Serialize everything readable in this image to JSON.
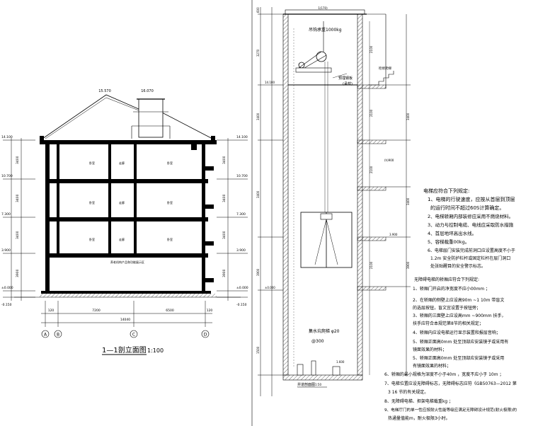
{
  "left_section": {
    "title": "1—1剖立面图",
    "scale": "1:100",
    "roof_elev_left": "15.570",
    "roof_elev_right": "16.070",
    "left_elevs": [
      "14.100",
      "10.700",
      "7.300",
      "3.900",
      "±0.000",
      "-0.150"
    ],
    "right_elevs": [
      "14.100",
      "10.700",
      "7.300",
      "3.900",
      "±0.000",
      "-0.150"
    ],
    "left_dims": [
      "3400",
      "3400",
      "3400",
      "3900"
    ],
    "right_dims": [
      "3400",
      "3400",
      "3400",
      "3900"
    ],
    "room_labels": [
      "卧室",
      "走廊",
      "卧室",
      "卧室",
      "走廊",
      "卧室",
      "卧室",
      "走廊",
      "卧室"
    ],
    "ground_label": "养老机构产品和功能展示区",
    "bottom_dims": [
      "120",
      "7200",
      "6500",
      "120"
    ],
    "total_dim": "14040",
    "axes": [
      "A",
      "B",
      "C",
      "D"
    ]
  },
  "elevator_section": {
    "top_dim": "1(170)",
    "top_height": "600",
    "load_label": "吊钩承重1000kg",
    "beam_label": "预埋钢板",
    "beam_sub": "(承载)",
    "stair_label": "检修爬梯",
    "elev_top": "14.100",
    "h1": "3270",
    "h2": "3400",
    "h3": "3400",
    "h4": "3900",
    "right_h1": "2100",
    "right_h2": "2100",
    "right_h3": "2100",
    "right_h4": "2100",
    "right_mid": "(h)900",
    "elev_mid": "3.900",
    "elev_zero": "±0.000",
    "pit_depth": "1500",
    "ladder_label": "集水坑爬梯 φ20",
    "pit_label": "@300",
    "pit_dim": "1.600",
    "section_label": "井道剖面图",
    "section_scale": "1:50"
  },
  "notes_a": {
    "title": "电梯应符合下列规定:",
    "items": [
      "1、电梯的行驶速度，应按从首层到顶层",
      "的运行时间不超过60S计算确定。",
      "2、电梯轿厢内部装修应采用不燃烧材料。",
      "3、动力与控制电缆、电线应采取防水措施",
      "4、首层地坪高出水线。",
      "5、容梯载重00kg。",
      "6、电梯层门安装完成前洞口应设置高度不小于",
      "1.2m 安全防护栏杆或固定栏杆在层门洞口",
      "处张贴醒目的安全警示标志。"
    ]
  },
  "notes_b": {
    "title": "无障碍电梯的轿厢应符合下列规定:",
    "items": [
      "1、轿厢门开启的净宽度不应小00mm  ；",
      "2、在轿厢的侧壁上应设高90m ~1   10m  带盲文",
      "的选层按钮，盲文宜设置于按钮旁；",
      "3、轿厢的三面壁上应设高mm  ~900mm   扶手，",
      "扶手应符合本规范第8节的相关规定；",
      "4、轿厢内应设电梯运行显示装置和报层音响；",
      "5、轿厢正面高0mm    处至顶部应安装镜子或采用有",
      "镜面效果的材料；",
      "5、轿厢正面高0mm    处至顶部应安装镜子或采用",
      "有镜面效果的材料；",
      "6、轿厢的最小规格为深度不小于40m  ，宽度不应小于 10m  ；",
      "7、电梯位置应设无障碍标志，无障碍标志应符《GB50763—2012 第",
      "3  16 节的有关规定。",
      "8、无障碍电梯、担架电梯载重kg  ；",
      "9、电梯厅门的单一性应按耐火性能等级应满足无障碍设计规范(耐火极限)的",
      "热通量值能m，耐火极限3小时。"
    ]
  }
}
